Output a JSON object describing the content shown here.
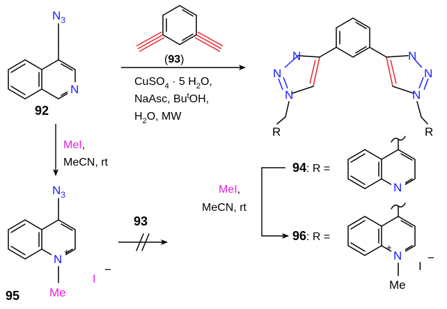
{
  "colors": {
    "nitrogen": "#1a1aff",
    "methyl_reagent": "#e61ee6",
    "alkyne": "#e8212a",
    "bond": "#000000"
  },
  "compounds": {
    "c92": {
      "number": "92",
      "azide": "N",
      "azide_sub": "3",
      "ring_n": "N"
    },
    "c93": {
      "number": "93",
      "paren_open": "(",
      "paren_close": ")"
    },
    "c95": {
      "number": "95",
      "azide": "N",
      "azide_sub": "3",
      "ring_n": "N",
      "charge": "+",
      "methyl": "Me",
      "counterion": "I",
      "counterion_charge": "−"
    },
    "product": {
      "r_left": "R",
      "r_right": "R",
      "n": "N"
    },
    "c94": {
      "number": "94",
      "suffix": ": R =",
      "ring_n": "N"
    },
    "c96": {
      "number": "96",
      "suffix": ": R =",
      "ring_n": "N",
      "charge": "+",
      "methyl": "Me",
      "counterion": "I",
      "counterion_charge": "−"
    }
  },
  "conditions": {
    "click": {
      "line1_a": "CuSO",
      "line1_sub": "4",
      "line1_b": " · 5 H",
      "line1_sub2": "2",
      "line1_c": "O,",
      "line2_a": "NaAsc, Bu",
      "line2_sup": "t",
      "line2_b": "OH,",
      "line3_a": "H",
      "line3_sub": "2",
      "line3_b": "O, MW"
    },
    "methylation": {
      "reagent": "MeI",
      "comma": ",",
      "line2": "MeCN, rt"
    },
    "methylation_right": {
      "reagent": "MeI",
      "comma": ",",
      "line2": "MeCN, rt"
    },
    "blocked": {
      "reagent": "93"
    }
  }
}
